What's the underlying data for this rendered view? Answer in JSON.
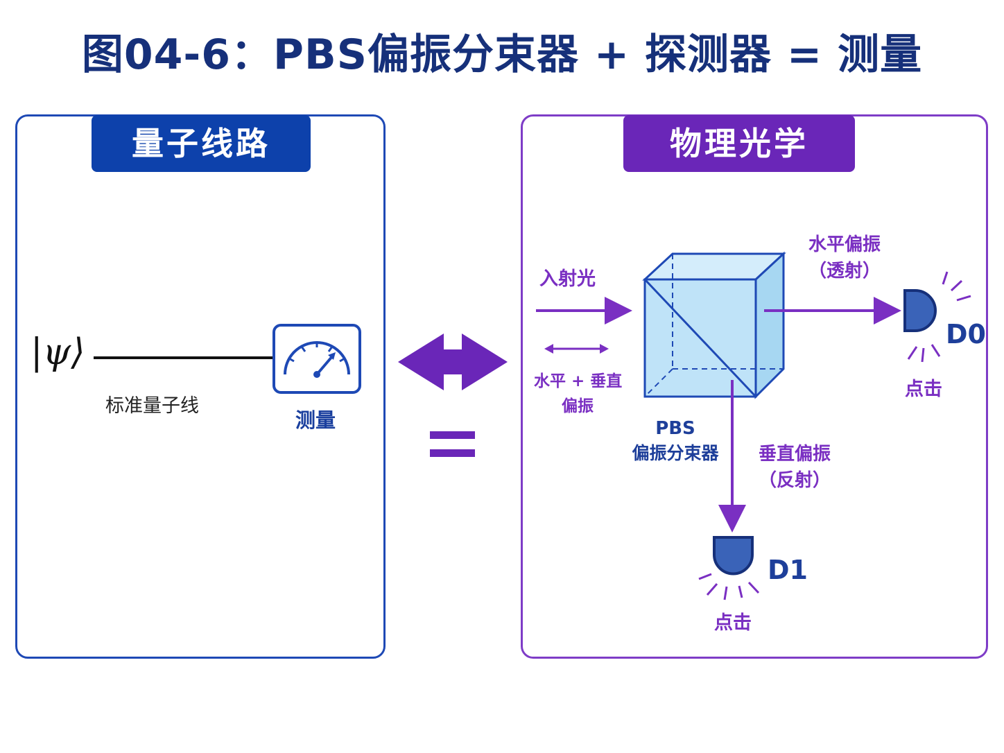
{
  "title": "图04-6：PBS偏振分束器 + 探测器 = 测量",
  "left_panel": {
    "header": "量子线路",
    "ket": "|ψ⟩",
    "wire_label": "标准量子线",
    "measure_label": "测量"
  },
  "right_panel": {
    "header": "物理光学",
    "incident": "入射光",
    "mixed_line1": "水平 + 垂直",
    "mixed_line2": "偏振",
    "pbs_name": "PBS",
    "pbs_desc": "偏振分束器",
    "horizontal_line1": "水平偏振",
    "horizontal_line2": "（透射）",
    "vertical_line1": "垂直偏振",
    "vertical_line2": "（反射）",
    "d0_label": "D0",
    "d0_click": "点击",
    "d1_label": "D1",
    "d1_click": "点击"
  },
  "colors": {
    "blue": "#1e49b5",
    "purple": "#7e3cc7",
    "detector": "#3a63b8",
    "cube": "#bfe3f8"
  }
}
